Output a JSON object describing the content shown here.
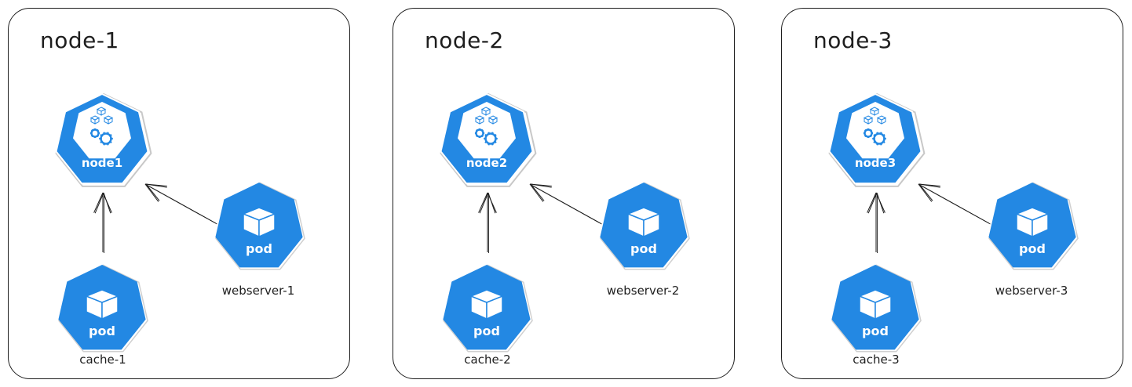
{
  "colors": {
    "k8s_blue": "#2388e3",
    "stroke": "#1e1e1e",
    "background": "#ffffff"
  },
  "clusters": [
    {
      "title": "node-1",
      "node_label": "node1",
      "pods": [
        {
          "icon_label": "pod",
          "name": "webserver-1"
        },
        {
          "icon_label": "pod",
          "name": "cache-1"
        }
      ]
    },
    {
      "title": "node-2",
      "node_label": "node2",
      "pods": [
        {
          "icon_label": "pod",
          "name": "webserver-2"
        },
        {
          "icon_label": "pod",
          "name": "cache-2"
        }
      ]
    },
    {
      "title": "node-3",
      "node_label": "node3",
      "pods": [
        {
          "icon_label": "pod",
          "name": "webserver-3"
        },
        {
          "icon_label": "pod",
          "name": "cache-3"
        }
      ]
    }
  ],
  "edges": [
    {
      "from": "webserver-1",
      "to": "node1"
    },
    {
      "from": "cache-1",
      "to": "node1"
    },
    {
      "from": "webserver-2",
      "to": "node2"
    },
    {
      "from": "cache-2",
      "to": "node2"
    },
    {
      "from": "webserver-3",
      "to": "node3"
    },
    {
      "from": "cache-3",
      "to": "node3"
    }
  ]
}
